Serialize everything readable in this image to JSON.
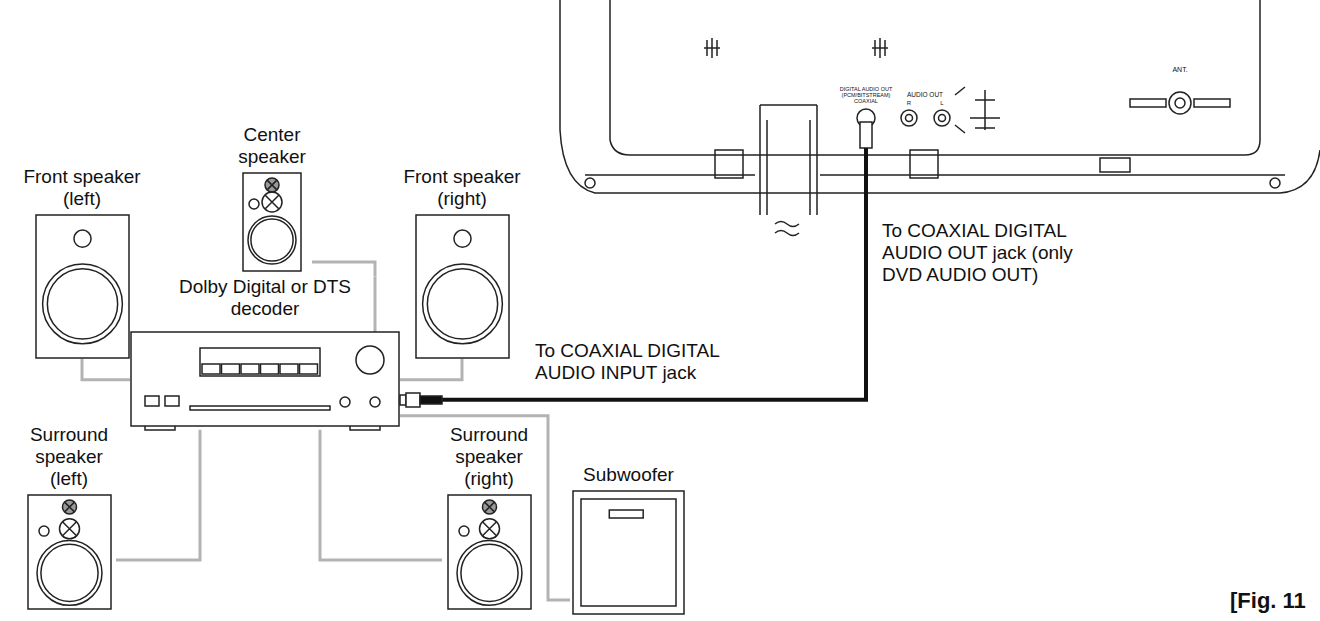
{
  "diagram": {
    "nodes": [
      {
        "text": [
          "Front speaker (left)"
        ]
      },
      {
        "text": [
          "Center speaker"
        ]
      },
      {
        "text": [
          "Front speaker (right)"
        ]
      },
      {
        "text": [
          "Dolby Digital or DTS decoder"
        ]
      },
      {
        "text": [
          "Surround speaker (left)"
        ]
      },
      {
        "text": [
          "Surround speaker (right)"
        ]
      },
      {
        "text": [
          "Subwoofer"
        ]
      },
      {
        "text": [
          "DIGITAL AUDIO OUT (PCM/BITSTREAM) COAXIAL",
          "AUDIO OUT",
          "R",
          "L",
          "ANT."
        ]
      }
    ],
    "edges": [
      {
        "from": 3,
        "to": 0,
        "arrow": "none"
      },
      {
        "from": 3,
        "to": 1,
        "arrow": "none"
      },
      {
        "from": 3,
        "to": 2,
        "arrow": "none"
      },
      {
        "from": 3,
        "to": 4,
        "arrow": "none"
      },
      {
        "from": 3,
        "to": 5,
        "arrow": "none"
      },
      {
        "from": 3,
        "to": 6,
        "arrow": "none"
      },
      {
        "from": 7,
        "to": 3,
        "arrow": "none"
      }
    ],
    "labels": [
      "To COAXIAL DIGITAL AUDIO OUT jack (only DVD AUDIO OUT)",
      "To COAXIAL DIGITAL AUDIO INPUT jack",
      "[Fig. 11"
    ]
  }
}
